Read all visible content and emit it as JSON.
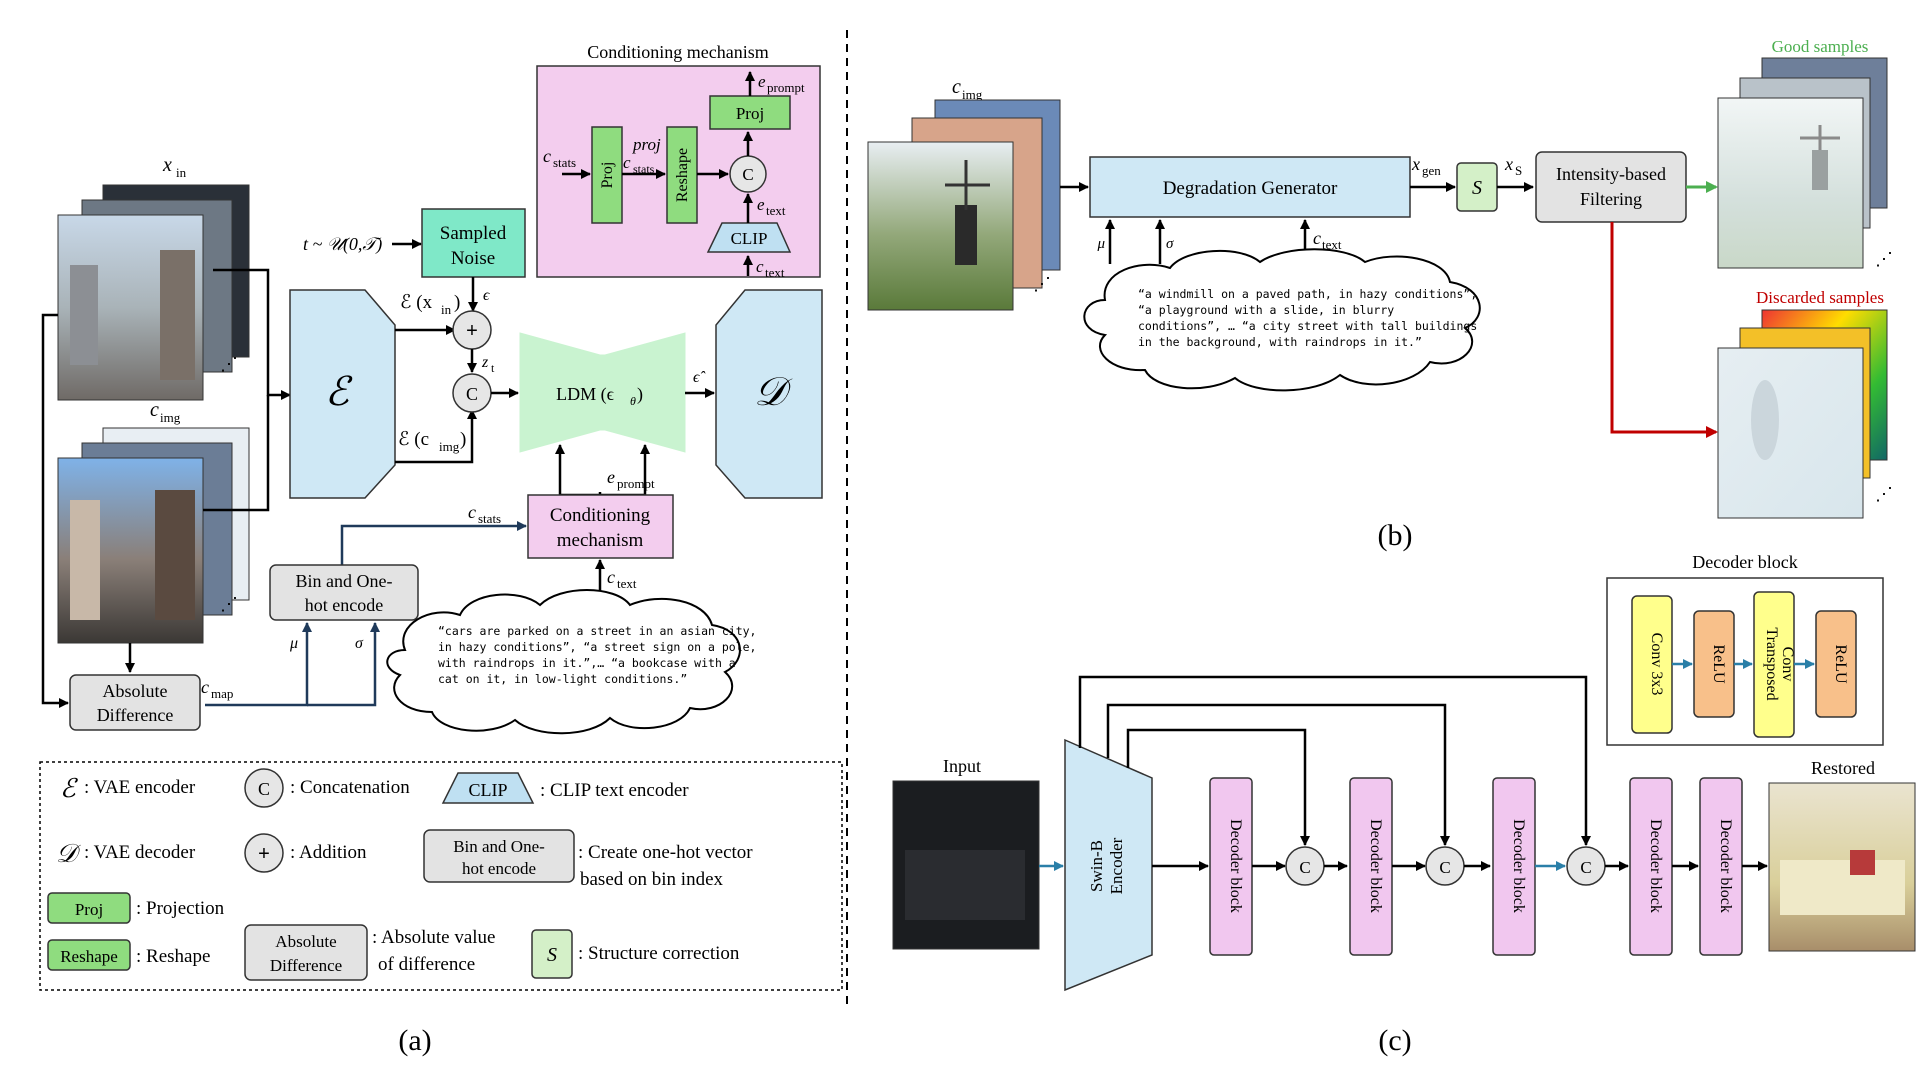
{
  "colors": {
    "vae": "#cfe8f5",
    "noise": "#7fe8c8",
    "ldm": "#c9f3d0",
    "cond": "#f3cdee",
    "proj": "#8fdc7f",
    "gray": "#e3e3e3",
    "clip": "#bfe0f2",
    "convyellow": "#ffff8c",
    "relu": "#f8c08a",
    "decoder": "#f1c7ef",
    "good": "#4caf50",
    "bad": "#c00000"
  },
  "panel_a": {
    "title_conditioning": "Conditioning mechanism",
    "x_in": "x",
    "x_in_sub": "in",
    "c_img": "c",
    "c_img_sub": "img",
    "t_label": "t ~ 𝒰(0,𝒯)",
    "sampled_noise": [
      "Sampled",
      "Noise"
    ],
    "eps": "ϵ",
    "enc_xin": "ℰ (x",
    "enc_xin_sub": "in",
    "enc_cimg": "ℰ (c",
    "enc_cimg_sub": "img",
    "z_t": "z",
    "z_t_sub": "t",
    "plus": "+",
    "concat": "C",
    "vae_enc_symbol": "ℰ",
    "vae_dec_symbol": "𝒟",
    "ldm": "LDM (ϵ",
    "ldm_sub": "θ",
    "eps_hat": "ϵ̂",
    "e_prompt": "e",
    "e_prompt_sub": "prompt",
    "c_stats": "c",
    "c_stats_sub": "stats",
    "c_text": "c",
    "c_text_sub": "text",
    "c_map": "c",
    "c_map_sub": "map",
    "cond_box": [
      "Conditioning",
      "mechanism"
    ],
    "bin_box": [
      "Bin and One-",
      "hot encode"
    ],
    "abs_box": [
      "Absolute",
      "Difference"
    ],
    "mu": "μ",
    "sigma": "σ",
    "proj": "Proj",
    "reshape": "Reshape",
    "clip": "CLIP",
    "proj_label": "proj",
    "prompts": [
      "“cars are parked on a street in an asian city,",
      "in hazy conditions”, “a street sign on a pole,",
      "with raindrops in it.”,… “a bookcase with a",
      "cat on it, in low-light conditions.”"
    ],
    "caption": "(a)"
  },
  "legend": {
    "vae_enc": ": VAE encoder",
    "vae_dec": ": VAE decoder",
    "concat": ": Concatenation",
    "addition": ": Addition",
    "clip": ": CLIP text encoder",
    "proj": ": Projection",
    "reshape": ": Reshape",
    "bin": [
      ": Create one-hot vector",
      "based on bin index"
    ],
    "abs": [
      ": Absolute value",
      "of difference"
    ],
    "s": "S",
    "structure": ": Structure correction"
  },
  "panel_b": {
    "c_img": "c",
    "c_img_sub": "img",
    "generator": "Degradation Generator",
    "x_gen": "x",
    "x_gen_sub": "gen",
    "s": "S",
    "x_s": "x",
    "x_s_sub": "S",
    "filter": [
      "Intensity-based",
      "Filtering"
    ],
    "mu": "μ",
    "sigma": "σ",
    "c_text": "c",
    "c_text_sub": "text",
    "prompts": [
      "“a windmill on a paved path, in hazy conditions”,",
      "“a playground with a slide, in blurry",
      "conditions”, … “a city street with tall buildings",
      "in the background, with raindrops in it.”"
    ],
    "good": "Good samples",
    "bad": "Discarded samples",
    "caption": "(b)"
  },
  "panel_c": {
    "decoder_block_title": "Decoder block",
    "conv": "Conv 3x3",
    "relu": "ReLU",
    "transposed": [
      "Transposed",
      "Conv"
    ],
    "input": "Input",
    "restored": "Restored",
    "encoder": [
      "Swin-B",
      "Encoder"
    ],
    "decoder_block": "Decoder block",
    "concat": "C",
    "caption": "(c)"
  }
}
